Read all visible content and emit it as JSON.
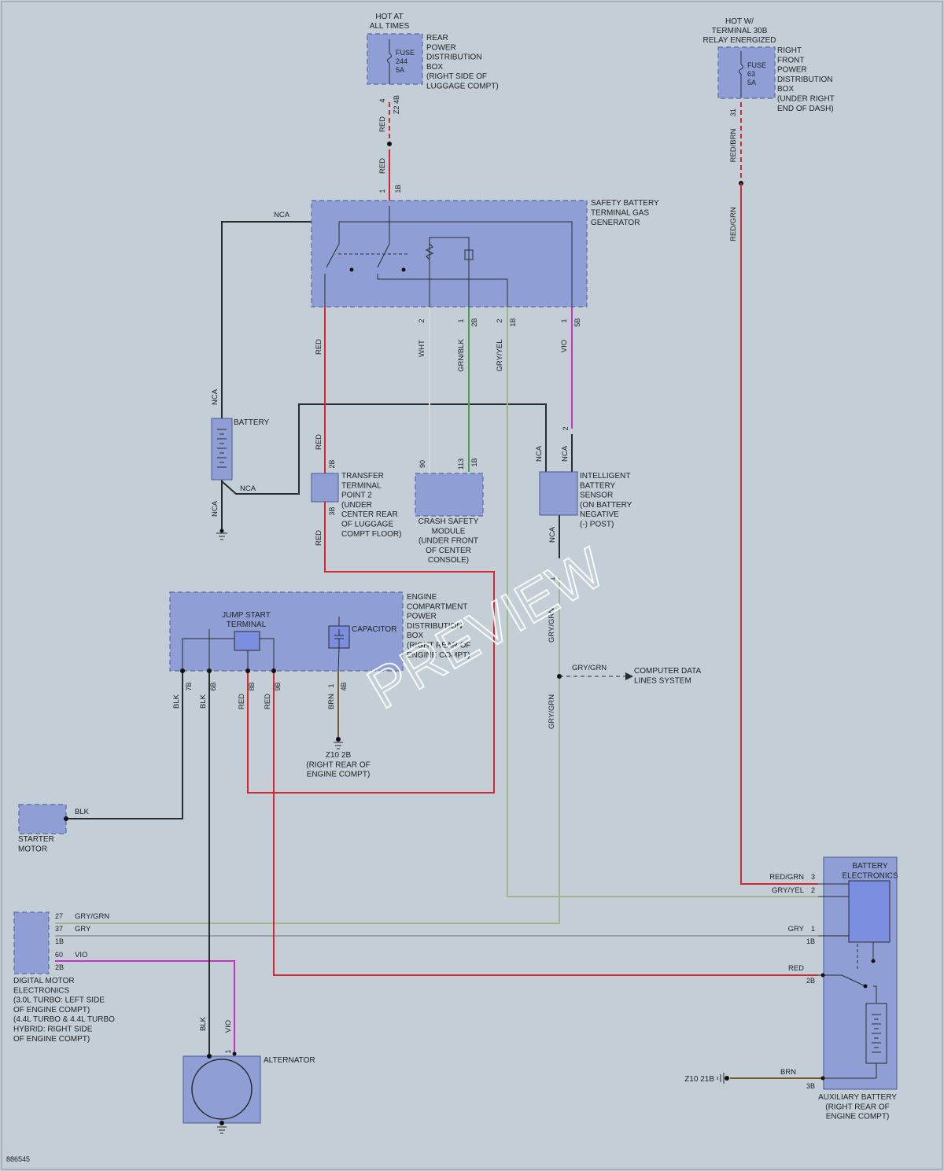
{
  "doc_id": "886545",
  "watermark": "PREVIEW",
  "labels": {
    "hot_at": "HOT AT",
    "all_times": "ALL TIMES",
    "rear_pdb": [
      "REAR",
      "POWER",
      "DISTRIBUTION",
      "BOX",
      "(RIGHT SIDE OF",
      "LUGGAGE COMPT)"
    ],
    "fuse_a": [
      "FUSE",
      "244",
      "5A"
    ],
    "hot_w": [
      "HOT W/",
      "TERMINAL 30B",
      "RELAY ENERGIZED"
    ],
    "right_front_pdb": [
      "RIGHT",
      "FRONT",
      "POWER",
      "DISTRIBUTION",
      "BOX",
      "(UNDER RIGHT",
      "END OF DASH)"
    ],
    "fuse_b": [
      "FUSE",
      "63",
      "5A"
    ],
    "sbt": [
      "SAFETY BATTERY",
      "TERMINAL GAS",
      "GENERATOR"
    ],
    "battery": "BATTERY",
    "transfer": [
      "TRANSFER",
      "TERMINAL",
      "POINT 2",
      "(UNDER",
      "CENTER REAR",
      "OF LUGGAGE",
      "COMPT FLOOR)"
    ],
    "crash": [
      "CRASH SAFETY",
      "MODULE",
      "(UNDER FRONT",
      "OF CENTER",
      "CONSOLE)"
    ],
    "ibs": [
      "INTELLIGENT",
      "BATTERY",
      "SENSOR",
      "(ON BATTERY",
      "NEGATIVE",
      "(-) POST)"
    ],
    "jump": [
      "JUMP START",
      "TERMINAL"
    ],
    "capacitor": [
      "CAPACITOR"
    ],
    "ecpdb": [
      "ENGINE",
      "COMPARTMENT",
      "POWER",
      "DISTRIBUTION",
      "BOX",
      "(RIGHT REAR OF",
      "ENGINE COMPT)"
    ],
    "ground_z10_2b": [
      "Z10 2B",
      "(RIGHT REAR OF",
      "ENGINE COMPT)"
    ],
    "computer_data": [
      "COMPUTER DATA",
      "LINES SYSTEM"
    ],
    "starter": [
      "STARTER",
      "MOTOR"
    ],
    "dme": [
      "DIGITAL MOTOR",
      "ELECTRONICS",
      "(3.0L TURBO: LEFT SIDE",
      "OF ENGINE COMPT)",
      "(4.4L TURBO & 4.4L TURBO",
      "HYBRID: RIGHT SIDE",
      "OF ENGINE COMPT)"
    ],
    "alternator": "ALTERNATOR",
    "battery_electronics": [
      "BATTERY",
      "ELECTRONICS"
    ],
    "aux_battery": [
      "AUXILIARY BATTERY",
      "(RIGHT REAR OF",
      "ENGINE COMPT)"
    ],
    "ground_z10_21b": "Z10 21B"
  },
  "wire_colors": {
    "red": "RED",
    "blk": "BLK",
    "nca": "NCA",
    "wht": "WHT",
    "grn_blk": "GRN/BLK",
    "gry_yel": "GRY/YEL",
    "vio": "VIO",
    "red_brn": "RED/BRN",
    "gry_grn": "GRY/GRN",
    "gry": "GRY",
    "brn": "BRN",
    "red_grn": "RED/GRN"
  },
  "pins": {
    "p4": "4",
    "z2_4b": "Z2 4B",
    "p1": "1",
    "p1b": "1B",
    "p31": "31",
    "p2": "2",
    "p2b": "2B",
    "p1_b": "1",
    "p5b": "5B",
    "p2a": "2",
    "p90": "90",
    "p113": "113",
    "p3b": "3B",
    "p4b": "4B",
    "p7b": "7B",
    "p6b": "6B",
    "p8b": "8B",
    "p9b": "9B",
    "p27": "27",
    "p37": "37",
    "p60": "60",
    "p3": "3",
    "p3b_aux": "3B"
  },
  "colors": {
    "background": "#c3ced6",
    "component": "#8f9fd6",
    "red": "#d9262c",
    "black": "#2b2b2b",
    "violet": "#cc2ec7",
    "gray_green": "#9fb58d",
    "gray": "#9aa0a6",
    "white": "#d8d8d8",
    "green_black": "#4ca04a",
    "brown": "#7a5a2a"
  }
}
